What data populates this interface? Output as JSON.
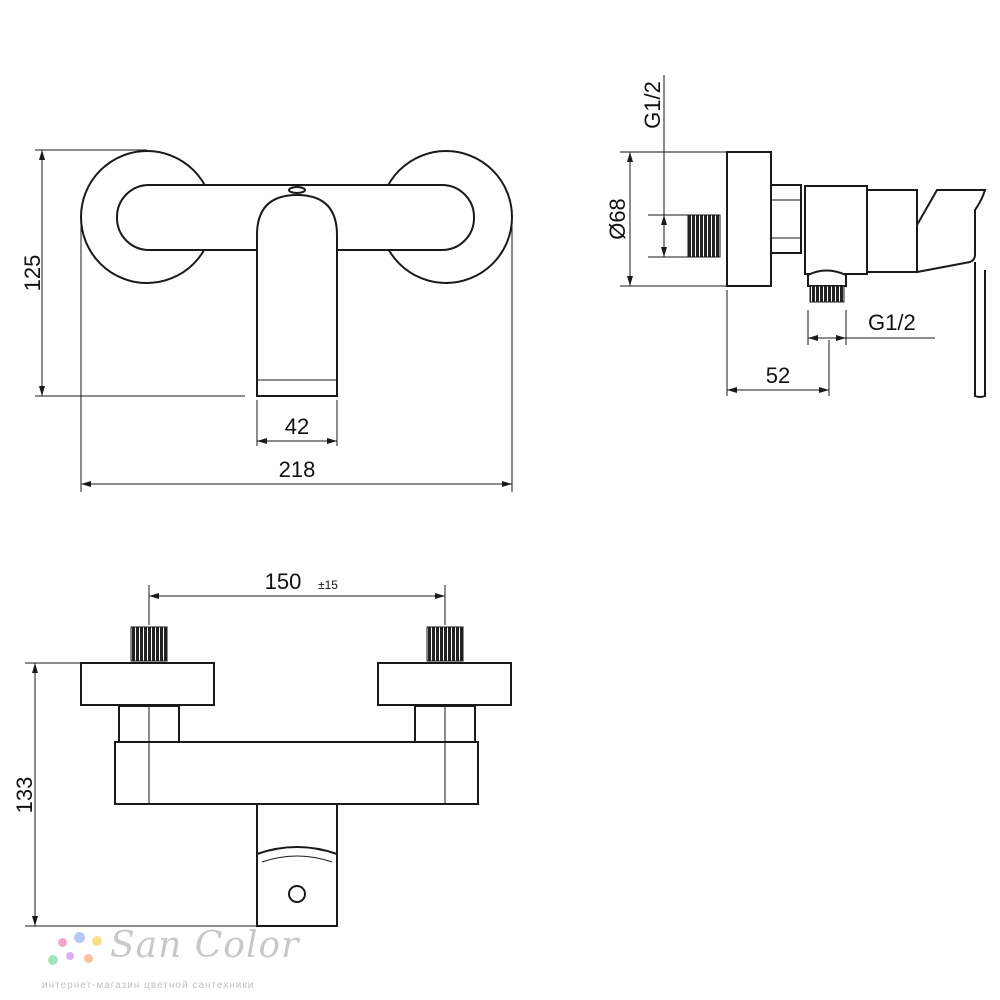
{
  "dimensions": {
    "front_height": "125",
    "spout_width": "42",
    "total_width": "218",
    "side_thread_top": "G1/2",
    "flange_diameter": "Ø68",
    "side_thread_bottom": "G1/2",
    "side_depth": "52",
    "inlet_spacing": "150",
    "inlet_tolerance": "±15",
    "bottom_height": "133"
  },
  "brand": {
    "name": "San Color",
    "tagline": "интернет-магазин цветной сантехники",
    "dot_colors": [
      "#f2a7c8",
      "#b9c8f0",
      "#f7e08a",
      "#a8e0c0",
      "#d8b0f0",
      "#f7c29a"
    ]
  }
}
